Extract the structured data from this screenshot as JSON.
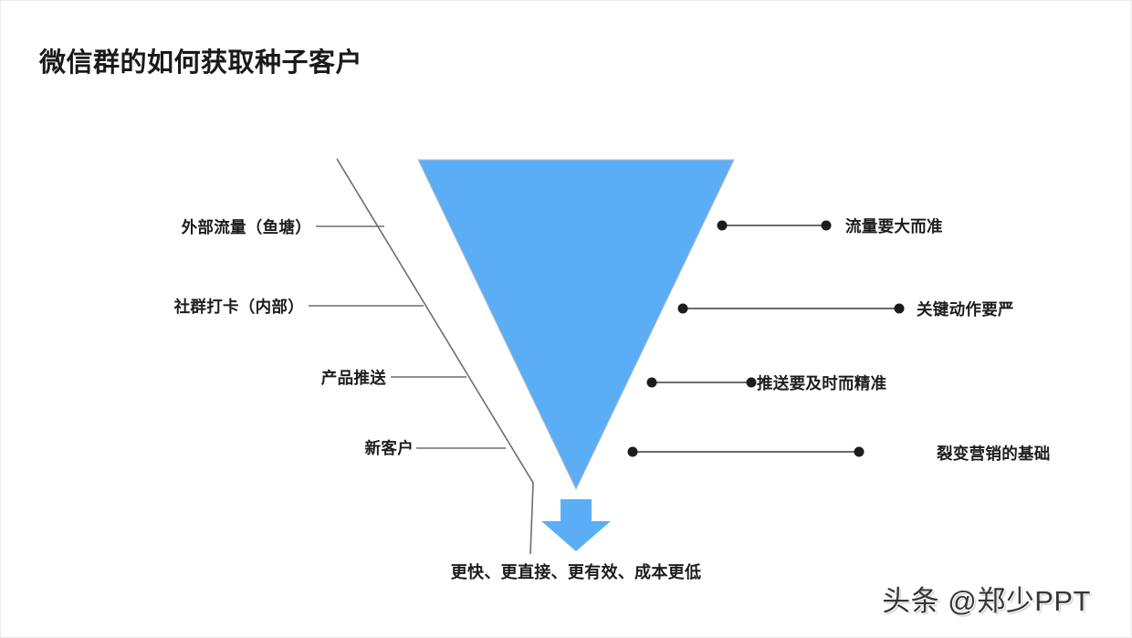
{
  "slide": {
    "title": "微信群的如何获取种子客户",
    "background_color": "#ffffff",
    "accent_color": "#5BAEF5",
    "line_color": "#595959",
    "text_color": "#1c1c1c"
  },
  "funnel": {
    "shape": "inverted-triangle",
    "fill": "#5BAEF5",
    "arrow": {
      "direction": "down",
      "fill": "#5BAEF5"
    }
  },
  "stages_left": [
    {
      "label": "外部流量（鱼塘）"
    },
    {
      "label": "社群打卡（内部）"
    },
    {
      "label": "产品推送"
    },
    {
      "label": "新客户"
    }
  ],
  "points_right": [
    {
      "label": "流量要大而准"
    },
    {
      "label": "关键动作要严"
    },
    {
      "label": "推送要及时而精准"
    },
    {
      "label": "裂变营销的基础"
    }
  ],
  "caption": "更快、更直接、更有效、成本更低",
  "watermark": "头条 @郑少PPT"
}
